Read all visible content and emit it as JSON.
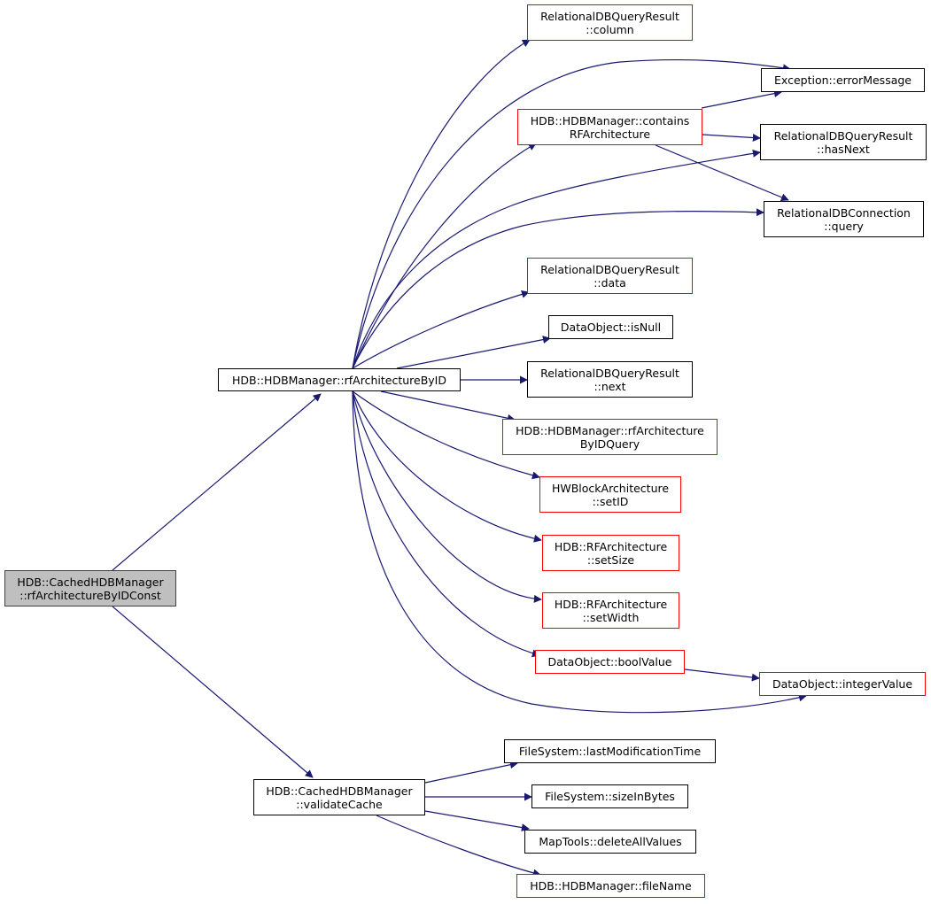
{
  "colors": {
    "edge": "#191970",
    "border": "#000000",
    "red_border": "#ff0000",
    "current_fill": "#bfbfbf"
  },
  "nodes": {
    "root": {
      "line1": "HDB::CachedHDBManager",
      "line2": "::rfArchitectureByIDConst"
    },
    "rfArchById": {
      "line1": "HDB::HDBManager::rfArchitectureByID"
    },
    "validateCache": {
      "line1": "HDB::CachedHDBManager",
      "line2": "::validateCache"
    },
    "rqColumn": {
      "line1": "RelationalDBQueryResult",
      "line2": "::column"
    },
    "errorMessage": {
      "line1": "Exception::errorMessage"
    },
    "containsRF": {
      "line1": "HDB::HDBManager::contains",
      "line2": "RFArchitecture"
    },
    "hasNext": {
      "line1": "RelationalDBQueryResult",
      "line2": "::hasNext"
    },
    "query": {
      "line1": "RelationalDBConnection",
      "line2": "::query"
    },
    "rqData": {
      "line1": "RelationalDBQueryResult",
      "line2": "::data"
    },
    "isNull": {
      "line1": "DataObject::isNull"
    },
    "rqNext": {
      "line1": "RelationalDBQueryResult",
      "line2": "::next"
    },
    "rfArchQuery": {
      "line1": "HDB::HDBManager::rfArchitecture",
      "line2": "ByIDQuery"
    },
    "setID": {
      "line1": "HWBlockArchitecture",
      "line2": "::setID"
    },
    "setSize": {
      "line1": "HDB::RFArchitecture",
      "line2": "::setSize"
    },
    "setWidth": {
      "line1": "HDB::RFArchitecture",
      "line2": "::setWidth"
    },
    "boolValue": {
      "line1": "DataObject::boolValue"
    },
    "integerValue": {
      "line1": "DataObject::integerValue"
    },
    "lastModTime": {
      "line1": "FileSystem::lastModificationTime"
    },
    "sizeInBytes": {
      "line1": "FileSystem::sizeInBytes"
    },
    "deleteAll": {
      "line1": "MapTools::deleteAllValues"
    },
    "fileName": {
      "line1": "HDB::HDBManager::fileName"
    }
  }
}
